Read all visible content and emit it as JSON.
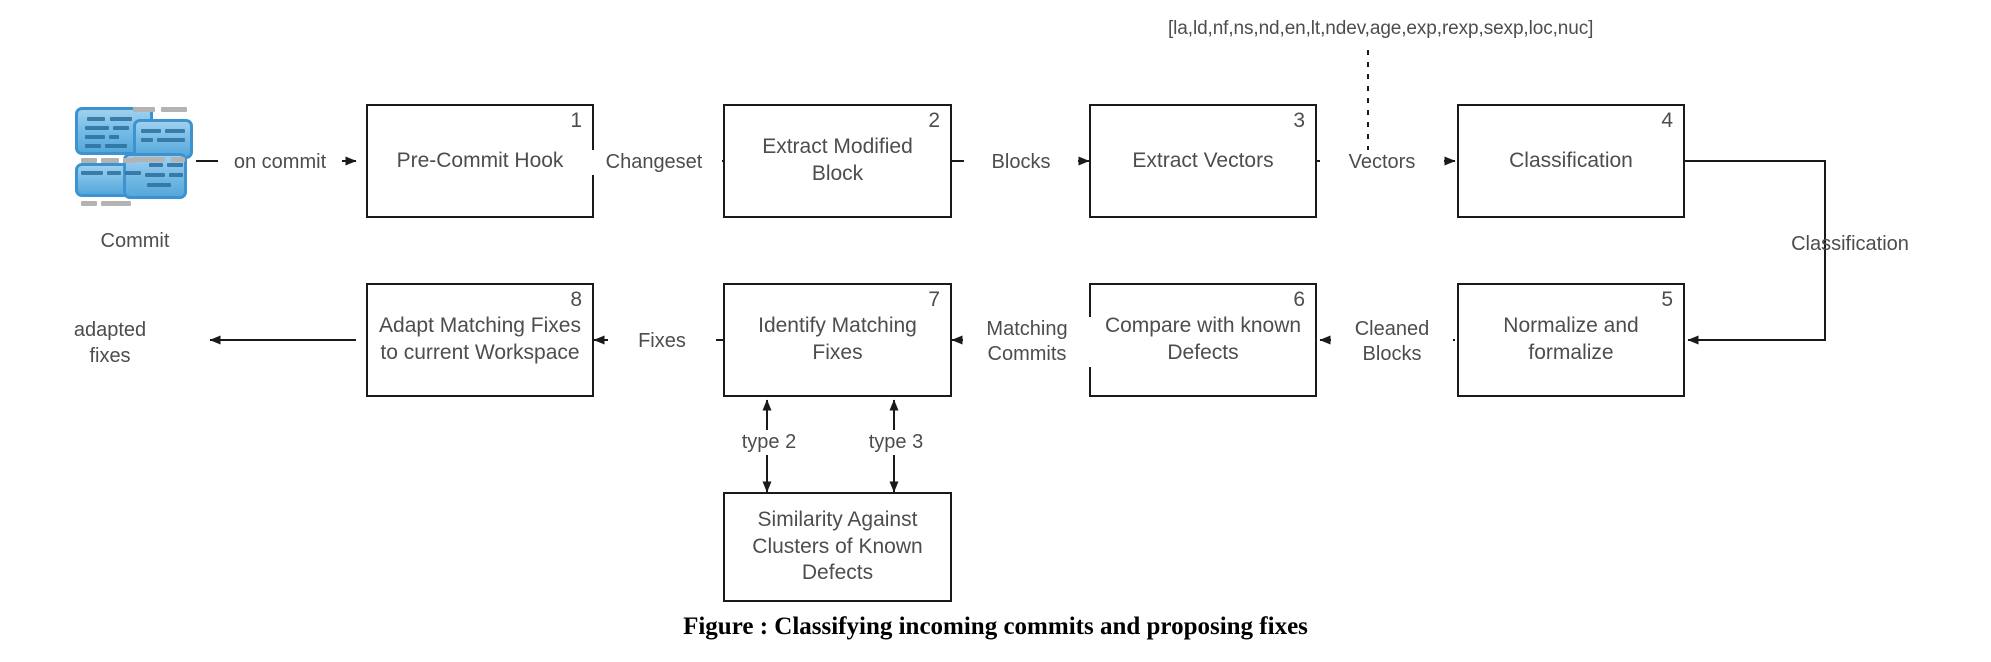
{
  "figure": {
    "caption": "Figure   : Classifying incoming commits and proposing fixes",
    "vector_annotation": "[la,ld,nf,ns,nd,en,lt,ndev,age,exp,rexp,sexp,loc,nuc]",
    "commit_icon_label": "Commit",
    "output_label": "adapted\nfixes"
  },
  "nodes": [
    {
      "num": "1",
      "label": "Pre-Commit Hook"
    },
    {
      "num": "2",
      "label": "Extract Modified\nBlock"
    },
    {
      "num": "3",
      "label": "Extract Vectors"
    },
    {
      "num": "4",
      "label": "Classification"
    },
    {
      "num": "5",
      "label": "Normalize and\nformalize"
    },
    {
      "num": "6",
      "label": "Compare with known\nDefects"
    },
    {
      "num": "7",
      "label": "Identify Matching\nFixes"
    },
    {
      "num": "8",
      "label": "Adapt Matching Fixes\nto current Workspace"
    },
    {
      "num": "",
      "label": "Similarity Against\nClusters of Known\nDefects"
    }
  ],
  "edges": [
    {
      "label": "on commit"
    },
    {
      "label": "Changeset"
    },
    {
      "label": "Blocks"
    },
    {
      "label": "Vectors"
    },
    {
      "label": "Classification"
    },
    {
      "label": "Cleaned\nBlocks"
    },
    {
      "label": "Matching\nCommits"
    },
    {
      "label": "Fixes"
    },
    {
      "label": "type 2"
    },
    {
      "label": "type 3"
    }
  ],
  "colors": {
    "stroke": "#1a1a1a",
    "text": "#4d4d4d",
    "icon_fill": "#72bae4",
    "icon_stroke": "#3c93cf",
    "background": "#ffffff"
  }
}
